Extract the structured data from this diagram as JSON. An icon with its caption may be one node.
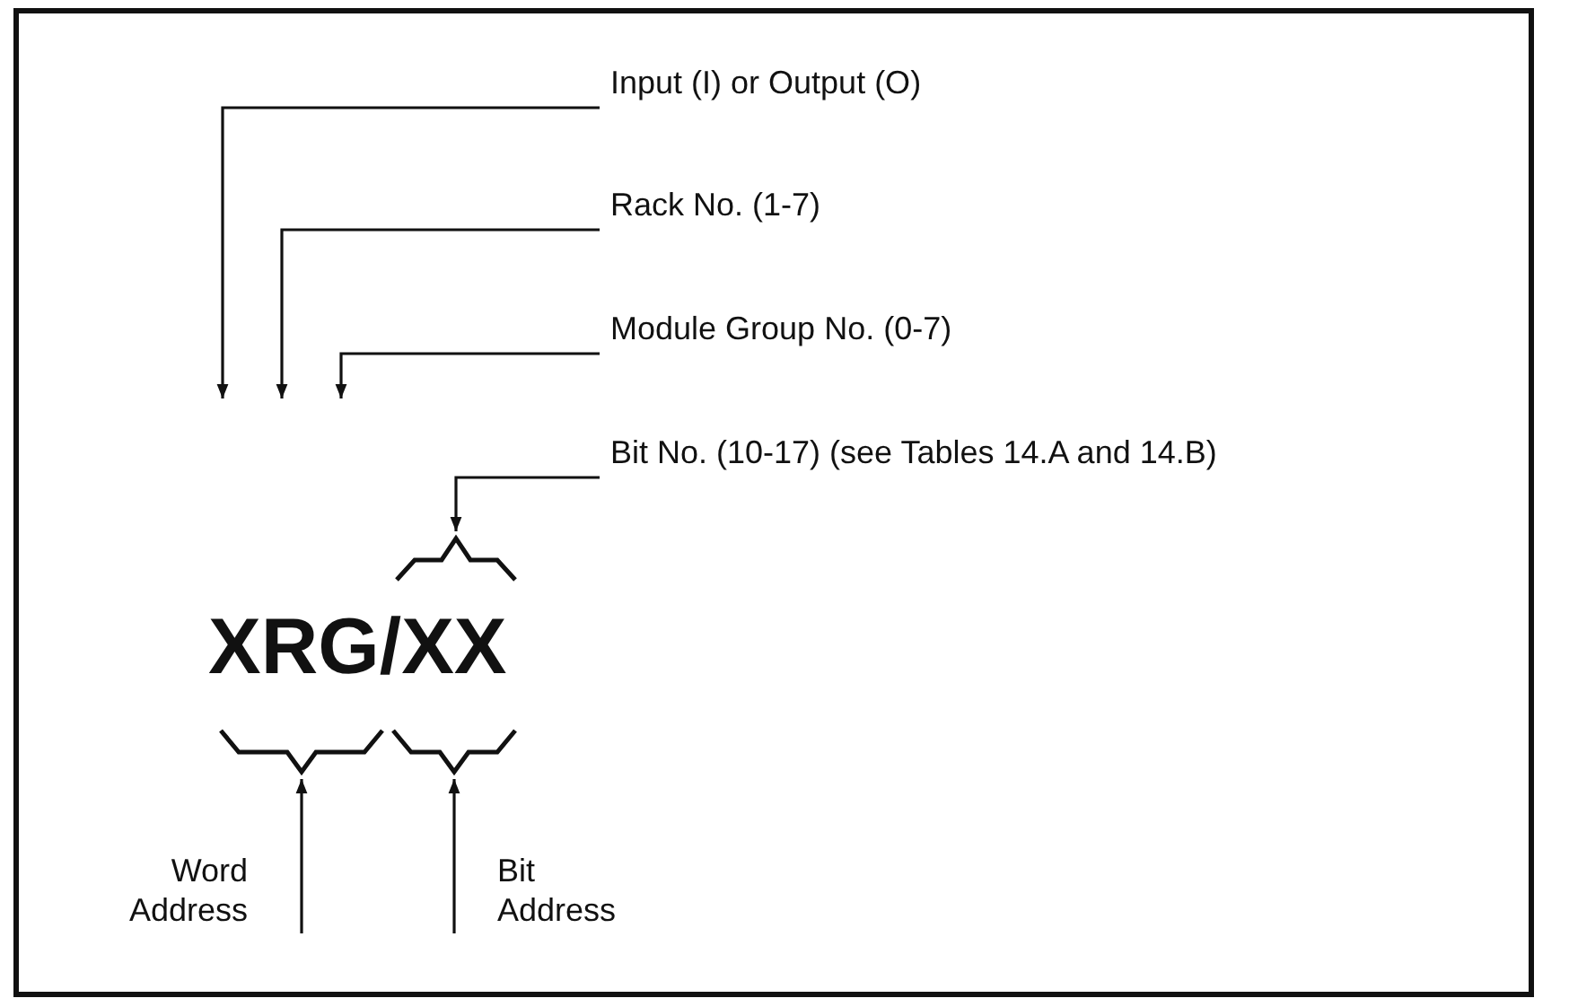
{
  "diagram": {
    "nodes": [
      {
        "text": [
          "Input (I) or Output (O)"
        ]
      },
      {
        "text": [
          "Rack No. (1-7)"
        ]
      },
      {
        "text": [
          "Module Group No. (0-7)"
        ]
      },
      {
        "text": [
          "Bit No. (10-17) (see Tables 14.A and 14.B)"
        ]
      },
      {
        "text": [
          "Word Address"
        ]
      },
      {
        "text": [
          "Bit Address"
        ]
      },
      {
        "text": [],
        "shape": "brace"
      },
      {
        "text": [],
        "shape": "brace"
      },
      {
        "text": [],
        "shape": "brace"
      }
    ],
    "edges": [
      {
        "from": 0,
        "to": null,
        "arrow": "to"
      },
      {
        "from": 1,
        "to": null,
        "arrow": "to"
      },
      {
        "from": 2,
        "to": null,
        "arrow": "to"
      },
      {
        "from": 3,
        "to": 6,
        "arrow": "to"
      },
      {
        "from": 4,
        "to": 7,
        "arrow": "to"
      },
      {
        "from": 5,
        "to": 8,
        "arrow": "to"
      }
    ],
    "labels": [
      "XRG/XX"
    ]
  }
}
